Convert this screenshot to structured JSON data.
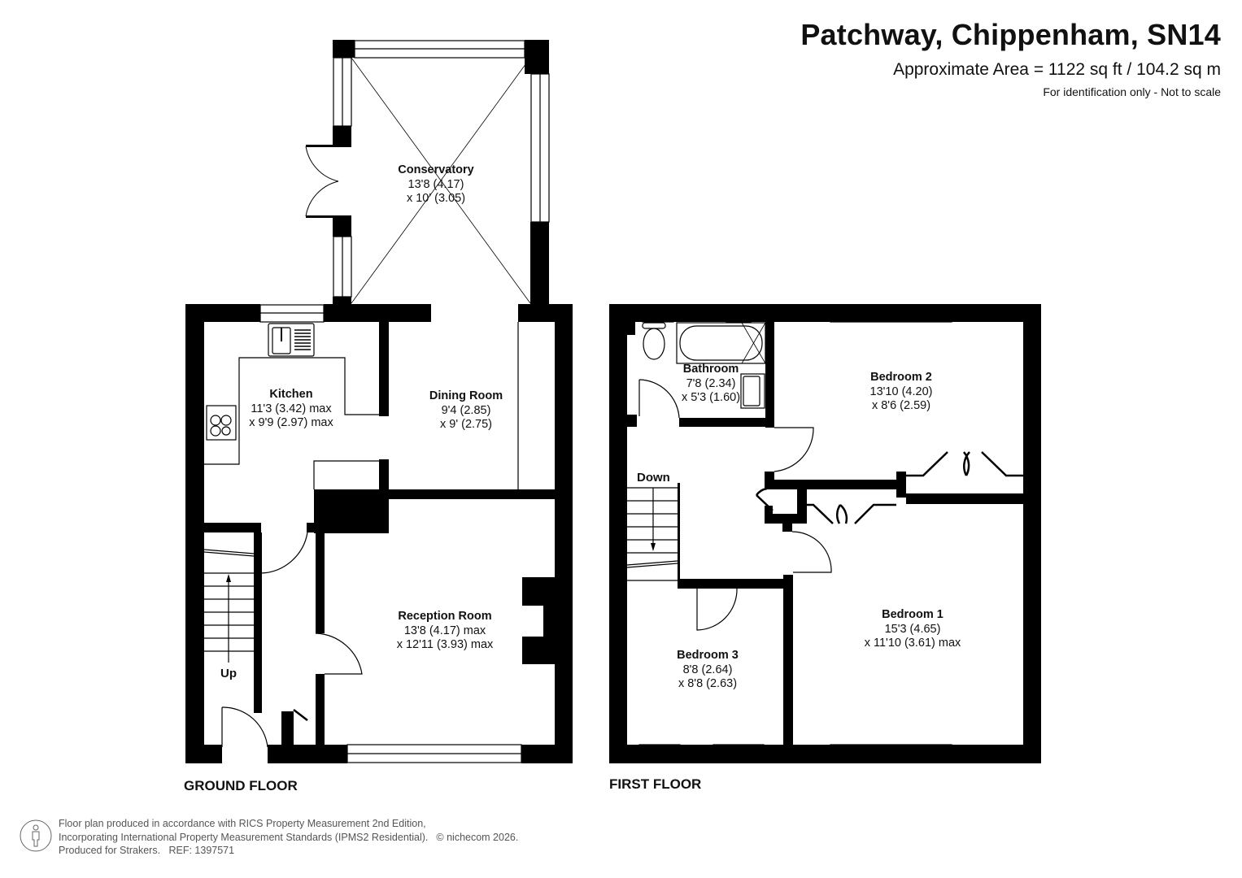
{
  "header": {
    "title": "Patchway, Chippenham, SN14",
    "area": "Approximate Area = 1122 sq ft / 104.2 sq m",
    "note": "For identification only - Not to scale"
  },
  "floors": [
    {
      "label": "GROUND FLOOR",
      "stairs_label": "Up",
      "rooms": [
        {
          "name": "Conservatory",
          "dim1": "13'8 (4.17)",
          "dim2": "x 10' (3.05)"
        },
        {
          "name": "Kitchen",
          "dim1": "11'3 (3.42) max",
          "dim2": "x 9'9 (2.97) max"
        },
        {
          "name": "Dining Room",
          "dim1": "9'4 (2.85)",
          "dim2": "x 9' (2.75)"
        },
        {
          "name": "Reception Room",
          "dim1": "13'8 (4.17) max",
          "dim2": "x 12'11 (3.93) max"
        }
      ]
    },
    {
      "label": "FIRST FLOOR",
      "stairs_label": "Down",
      "rooms": [
        {
          "name": "Bathroom",
          "dim1": "7'8 (2.34)",
          "dim2": "x 5'3 (1.60)"
        },
        {
          "name": "Bedroom 2",
          "dim1": "13'10 (4.20)",
          "dim2": "x 8'6 (2.59)"
        },
        {
          "name": "Bedroom 3",
          "dim1": "8'8 (2.64)",
          "dim2": "x 8'8 (2.63)"
        },
        {
          "name": "Bedroom 1",
          "dim1": "15'3 (4.65)",
          "dim2": "x 11'10 (3.61) max"
        }
      ]
    }
  ],
  "footer": {
    "icon": "person-icon",
    "line1": "Floor plan produced in accordance with RICS Property Measurement 2nd Edition,",
    "line2": "Incorporating International Property Measurement Standards (IPMS2 Residential).",
    "copyright": "© nichecom 2026.",
    "line3": "Produced for Strakers.   REF: 1397571"
  },
  "colors": {
    "wall": "#000000",
    "background": "#ffffff",
    "footer_text": "#555555"
  }
}
